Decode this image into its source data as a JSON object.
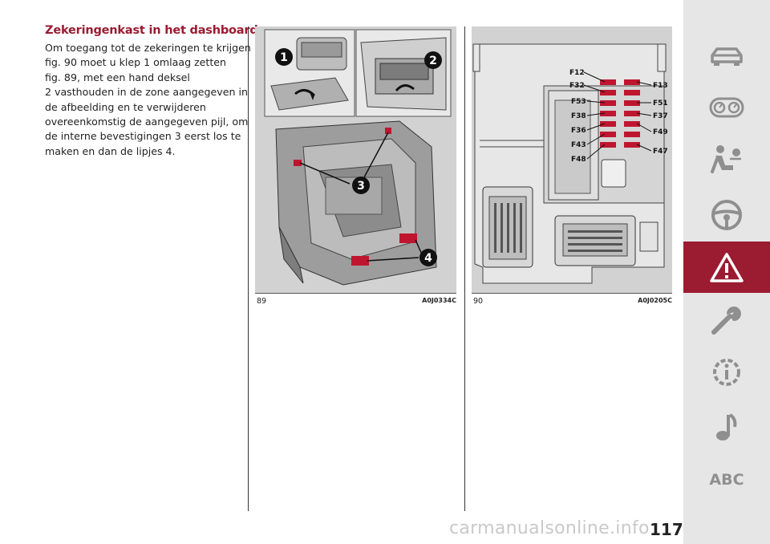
{
  "section": {
    "title": "Zekeringenkast in het dashboard",
    "lines": [
      "Om toegang tot de zekeringen te krijgen",
      "fig. 90 moet u klep 1 omlaag zetten",
      "fig. 89, met een hand deksel",
      "2 vasthouden in de zone aangegeven in",
      "de afbeelding en te verwijderen",
      "overeenkomstig de aangegeven pijl, om",
      "de interne bevestigingen 3 eerst los te",
      "maken en dan de lipjes 4."
    ]
  },
  "figures": [
    {
      "number": "89",
      "code": "A0J0334C",
      "callouts": [
        "1",
        "2",
        "3",
        "4"
      ]
    },
    {
      "number": "90",
      "code": "A0J0205C",
      "fuses_left": [
        "F12",
        "F32",
        "F53",
        "F38",
        "F36",
        "F43",
        "F48"
      ],
      "fuses_right": [
        "F13",
        "F51",
        "F37",
        "F49",
        "F47"
      ]
    }
  ],
  "nav": {
    "items": [
      {
        "icon": "car-icon"
      },
      {
        "icon": "dashboard-gauges-icon"
      },
      {
        "icon": "seat-airbag-icon"
      },
      {
        "icon": "steering-wheel-icon"
      },
      {
        "icon": "warning-triangle-icon",
        "active": true
      },
      {
        "icon": "wrench-icon"
      },
      {
        "icon": "info-gear-icon"
      },
      {
        "icon": "music-note-icon"
      }
    ],
    "abc_label": "ABC"
  },
  "page": {
    "number": "117"
  },
  "watermark": "carmanualsonline.info",
  "colors": {
    "accent": "#9b1b30",
    "nav_bg": "#e6e6e6",
    "nav_icon": "#8f8f8f"
  }
}
